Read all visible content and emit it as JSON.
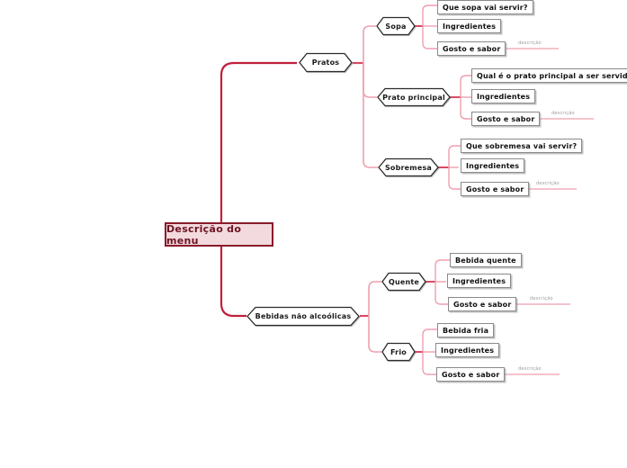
{
  "diagram": {
    "type": "mind-map",
    "background": "#ffffff",
    "colors": {
      "root_fill": "#F2DADE",
      "root_border": "#8B1A2B",
      "root_text": "#6E1322",
      "trunk_line": "#C0203A",
      "branch_line": "#EE9FAE",
      "node_border": "#2b2b2b",
      "node_fill": "#ffffff",
      "leaf_border": "#8a8a8a",
      "annotation_text": "#9a9a9a"
    },
    "root": {
      "label": "Descrição do menu"
    },
    "annotation_label": "descrição",
    "branches": [
      {
        "label": "Pratos",
        "children": [
          {
            "label": "Sopa",
            "leaves": [
              {
                "label": "Que sopa vai servir?",
                "note": ""
              },
              {
                "label": "Ingredientes",
                "note": ""
              },
              {
                "label": "Gosto e sabor",
                "note": "descrição"
              }
            ]
          },
          {
            "label": "Prato principal",
            "leaves": [
              {
                "label": "Qual é o prato principal a ser servido?",
                "note": ""
              },
              {
                "label": "Ingredientes",
                "note": ""
              },
              {
                "label": "Gosto e sabor",
                "note": "descrição"
              }
            ]
          },
          {
            "label": "Sobremesa",
            "leaves": [
              {
                "label": "Que sobremesa vai servir?",
                "note": ""
              },
              {
                "label": "Ingredientes",
                "note": ""
              },
              {
                "label": "Gosto e sabor",
                "note": "descrição"
              }
            ]
          }
        ]
      },
      {
        "label": "Bebidas não alcoólicas",
        "children": [
          {
            "label": "Quente",
            "leaves": [
              {
                "label": "Bebida quente",
                "note": ""
              },
              {
                "label": "Ingredientes",
                "note": ""
              },
              {
                "label": "Gosto e sabor",
                "note": "descrição"
              }
            ]
          },
          {
            "label": "Frio",
            "leaves": [
              {
                "label": "Bebida fria",
                "note": ""
              },
              {
                "label": "Ingredientes",
                "note": ""
              },
              {
                "label": "Gosto e sabor",
                "note": "descrição"
              }
            ]
          }
        ]
      }
    ]
  }
}
